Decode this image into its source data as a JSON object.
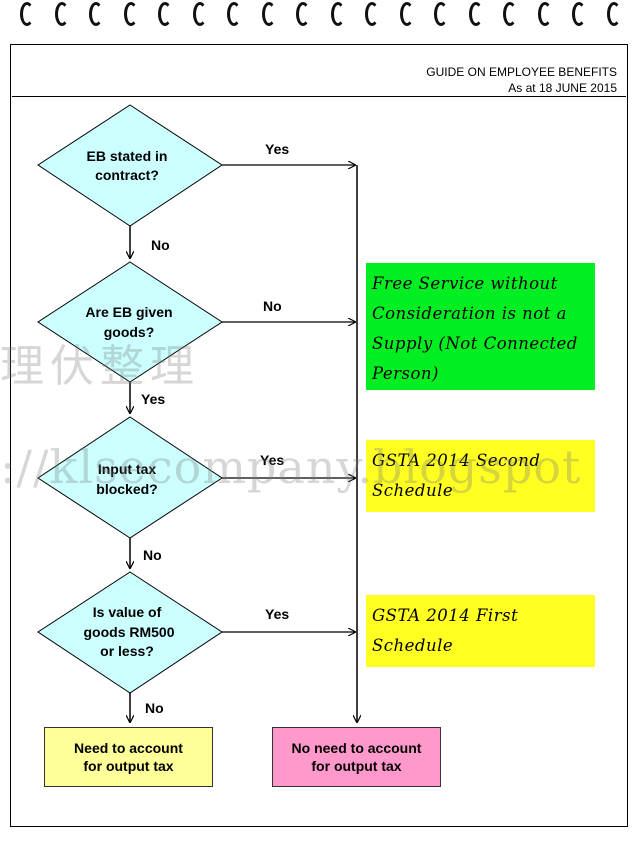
{
  "header": {
    "title": "GUIDE ON EMPLOYEE BENEFITS",
    "date": "As at 18 JUNE 2015"
  },
  "decisions": [
    {
      "line1": "EB stated in",
      "line2": "contract?",
      "line3": ""
    },
    {
      "line1": "Are EB given",
      "line2": "goods?",
      "line3": ""
    },
    {
      "line1": "Input tax",
      "line2": "blocked?",
      "line3": ""
    },
    {
      "line1": "Is value of",
      "line2": "goods RM500",
      "line3": "or less?"
    }
  ],
  "edge_labels": {
    "d1_right": "Yes",
    "d1_down": "No",
    "d2_right": "No",
    "d2_down": "Yes",
    "d3_right": "Yes",
    "d3_down": "No",
    "d4_right": "Yes",
    "d4_down": "No"
  },
  "notes": [
    {
      "text": "Free Service without Consideration is not a Supply (Not Connected Person)",
      "color": "#00ee22"
    },
    {
      "text": "GSTA 2014 Second Schedule",
      "color": "#ffff22"
    },
    {
      "text": "GSTA 2014 First Schedule",
      "color": "#ffff22"
    }
  ],
  "outcomes": {
    "left": {
      "line1": "Need to account",
      "line2": "for output tax",
      "color": "#ffff99"
    },
    "right": {
      "line1": "No need to account",
      "line2": "for output tax",
      "color": "#ff99cc"
    }
  },
  "colors": {
    "diamond_fill": "#ccffff",
    "line": "#000000"
  },
  "watermarks": {
    "cjk": "理伏整理",
    "url": "://klsecompany.blogspot"
  }
}
